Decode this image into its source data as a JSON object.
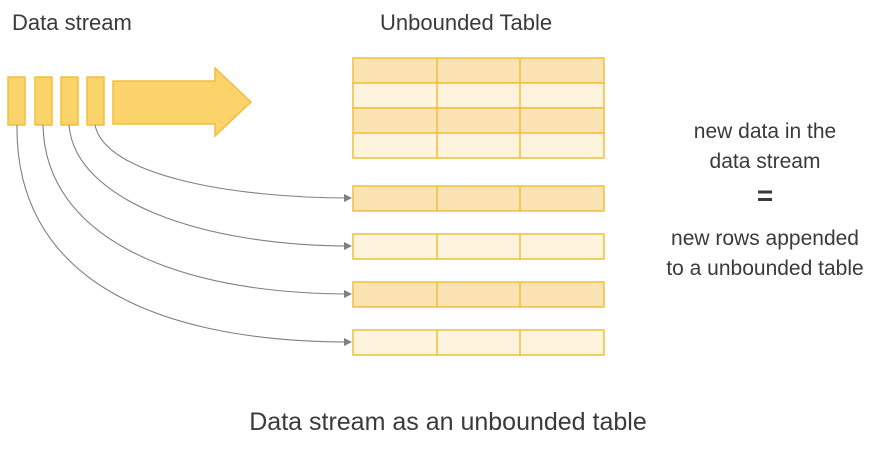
{
  "labels": {
    "data_stream": "Data stream",
    "unbounded_table": "Unbounded Table",
    "caption": "Data stream as an unbounded table"
  },
  "side_note": {
    "line1": "new data in the",
    "line2": "data stream",
    "equals": "=",
    "line3": "new rows appended",
    "line4": "to a unbounded table"
  },
  "colors": {
    "row_dark": "#fce3b4",
    "row_light": "#fef3dd",
    "border": "#f0bf3c",
    "stream_fill": "#fad36b",
    "connector": "#808080"
  },
  "table": {
    "columns": 3,
    "existing_rows": 4,
    "new_rows": 4
  }
}
